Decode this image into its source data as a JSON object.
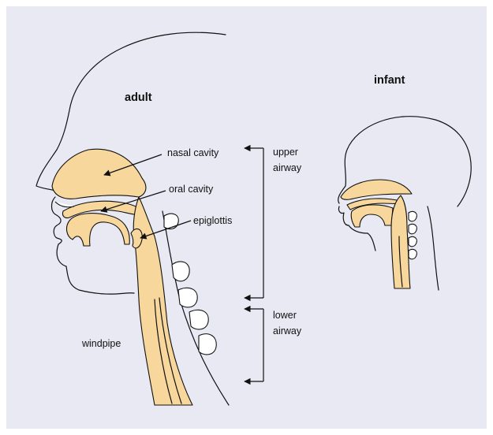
{
  "titles": {
    "adult": "adult",
    "infant": "infant"
  },
  "labels": {
    "nasal_cavity": "nasal cavity",
    "oral_cavity": "oral cavity",
    "epiglottis": "epiglottis",
    "windpipe": "windpipe"
  },
  "brackets": {
    "upper_line1": "upper",
    "upper_line2": "airway",
    "lower_line1": "lower",
    "lower_line2": "airway"
  },
  "colors": {
    "background": "#e8e9f3",
    "tissue": "#f7d79c",
    "outline": "#111111"
  }
}
